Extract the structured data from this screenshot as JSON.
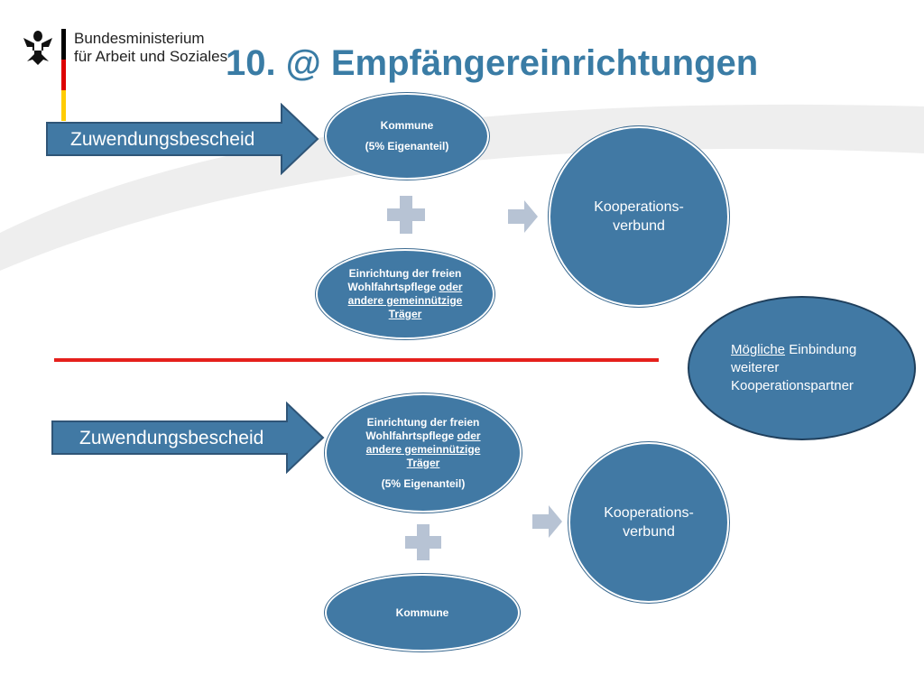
{
  "header": {
    "ministry_line1": "Bundesministerium",
    "ministry_line2": "für Arbeit und Soziales",
    "title": "10. @ Empfängereinrichtungen"
  },
  "top": {
    "arrow_label": "Zuwendungsbescheid",
    "kommune_label": "Kommune",
    "kommune_share": "(5%  Eigenanteil)",
    "einrichtung_line1": "Einrichtung der freien",
    "einrichtung_line2a": "Wohlfahrtspflege ",
    "einrichtung_oder": "oder",
    "einrichtung_line3": "andere  gemeinnützige",
    "einrichtung_line4": "Träger",
    "verbund_line1": "Kooperations-",
    "verbund_line2": "verbund"
  },
  "note": {
    "word1": "Mögliche",
    "rest_line1": " Einbindung",
    "line2": "weiterer",
    "line3": "Kooperationspartner"
  },
  "bottom": {
    "arrow_label": "Zuwendungsbescheid",
    "einrichtung_line1": "Einrichtung der  freien",
    "einrichtung_line2a": "Wohlfahrtspflege ",
    "einrichtung_oder": "oder",
    "einrichtung_line3": "andere  gemeinnützige",
    "einrichtung_line4": "Träger",
    "einrichtung_share": "(5% Eigenanteil)",
    "kommune_label": "Kommune",
    "verbund_line1": "Kooperations-",
    "verbund_line2": "verbund"
  },
  "colors": {
    "ellipse_fill": "#4179a4",
    "title": "#3a7ca5",
    "divider": "#e5201c",
    "plus": "#b7c3d4"
  }
}
